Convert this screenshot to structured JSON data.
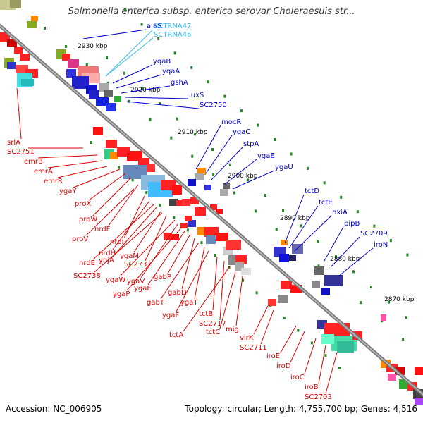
{
  "title": "Salmonella enterica subsp. enterica serovar Choleraesuis str...",
  "footer": {
    "accession": "Accession: NC_006905",
    "stats": "Topology: circular; Length: 4,755,700 bp; Genes: 4,516"
  },
  "colors": {
    "forward_label": "#0000cc",
    "reverse_label": "#dd0000",
    "rna_label": "#33bbee",
    "backbone": "#888888",
    "tick": "#228822"
  },
  "kbp_ticks": [
    "2930 kbp",
    "2920 kbp",
    "2910 kbp",
    "2900 kbp",
    "2890 kbp",
    "2880 kbp",
    "2870 kbp"
  ],
  "forward_labels": [
    "alaS",
    "SCTRNA47",
    "SCTRNA46",
    "yqaB",
    "yqaA",
    "gshA",
    "luxS",
    "SC2750",
    "mocR",
    "ygaC",
    "stpA",
    "ygaE",
    "ygaU",
    "tctD",
    "tctE",
    "nxiA",
    "pipB",
    "SC2709",
    "iroN"
  ],
  "reverse_labels": [
    "srlA",
    "SC2751",
    "emrB",
    "emrA",
    "emrR",
    "ygaY",
    "proX",
    "proW",
    "nrdF",
    "proV",
    "nrdI",
    "nrdH",
    "nrdE",
    "ynjA",
    "ygaM",
    "SC2738",
    "SC2731",
    "ygaW",
    "ygaV",
    "ygaP",
    "ygaE",
    "gabP",
    "gabD",
    "gabT",
    "ygaT",
    "ygaF",
    "tctB",
    "SC2717",
    "tctA",
    "tctC",
    "mig",
    "virK",
    "SC2711",
    "iroE",
    "iroD",
    "iroC",
    "iroB",
    "SC2703"
  ]
}
